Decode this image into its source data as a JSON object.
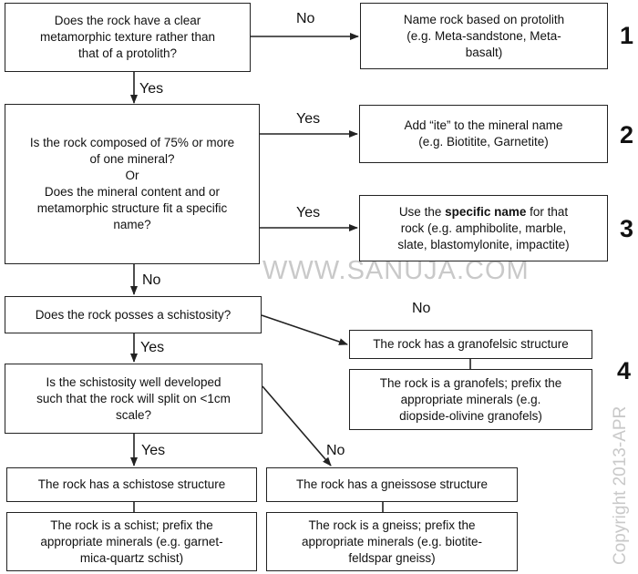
{
  "boxes": {
    "q1": [
      "Does the rock have a clear",
      "metamorphic texture rather than",
      "that of a protolith?"
    ],
    "a1": [
      "Name rock based on protolith",
      "(e.g. Meta-sandstone, Meta-",
      "basalt)"
    ],
    "q2": [
      "Is the rock composed of 75% or more",
      "of one mineral?",
      "Or",
      "Does the mineral content and or",
      "metamorphic  structure fit a specific",
      "name?"
    ],
    "a2": [
      "Add “ite” to the mineral name",
      "(e.g. Biotitite, Garnetite)"
    ],
    "a3_prefix": "Use the ",
    "a3_bold": "specific name",
    "a3_suffix": " for that",
    "a3": [
      "rock (e.g. amphibolite, marble,",
      "slate, blastomylonite, impactite)"
    ],
    "q3": "Does the rock posses a schistosity?",
    "a4": "The rock has a granofelsic structure",
    "a4b": [
      "The rock is a granofels; prefix the",
      "appropriate minerals (e.g.",
      "diopside-olivine granofels)"
    ],
    "q4": [
      "Is the schistosity well developed",
      "such that the rock will split on <1cm",
      "scale?"
    ],
    "s1": "The rock has a schistose structure",
    "s1b": [
      "The rock is a schist; prefix the",
      "appropriate minerals (e.g. garnet-",
      "mica-quartz schist)"
    ],
    "g1": "The rock has a gneissose structure",
    "g1b": [
      "The rock is a gneiss; prefix the",
      "appropriate minerals (e.g. biotite-",
      "feldspar gneiss)"
    ]
  },
  "labels": {
    "no1": "No",
    "yes1": "Yes",
    "yes2": "Yes",
    "yes3": "Yes",
    "no2": "No",
    "no3": "No",
    "yes4": "Yes",
    "yes5": "Yes",
    "no4": "No"
  },
  "numbers": {
    "n1": "1",
    "n2": "2",
    "n3": "3",
    "n4": "4"
  },
  "watermark": "WWW.SANUJA.COM",
  "copyright": "Copyright 2013-APR"
}
